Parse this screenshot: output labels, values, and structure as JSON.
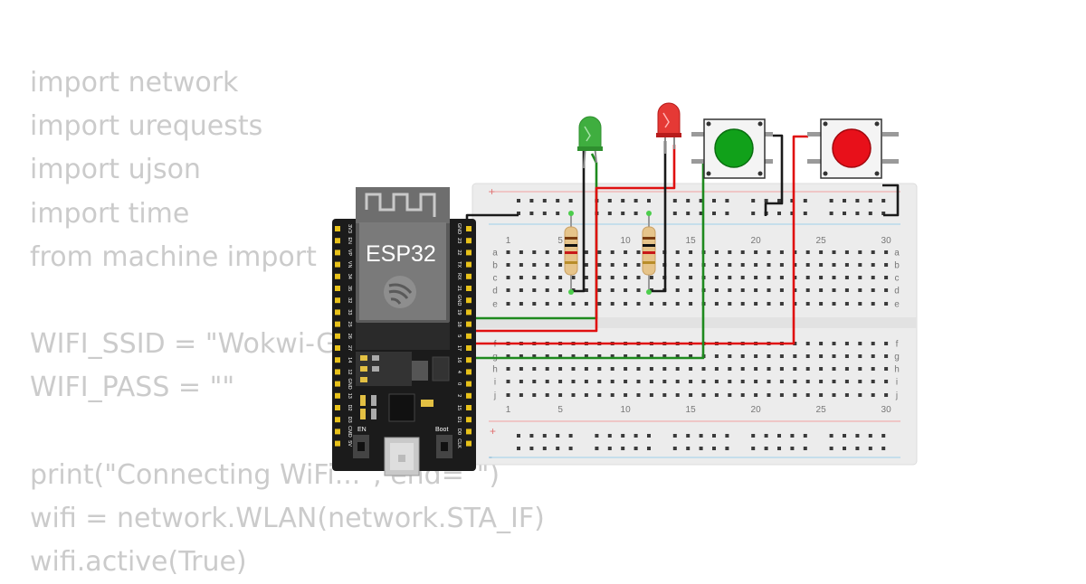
{
  "code": {
    "lines": [
      "import network",
      "import urequests",
      "import ujson",
      "import time",
      "from machine import",
      "",
      "WIFI_SSID = \"Wokwi-G",
      "WIFI_PASS = \"\"",
      "",
      "print(\"Connecting WiFi...\", end=\"\")",
      "wifi = network.WLAN(network.STA_IF)",
      "wifi.active(True)"
    ]
  },
  "esp32": {
    "label": "ESP32",
    "left_pins": [
      "3V3",
      "EN",
      "VP",
      "VN",
      "34",
      "35",
      "32",
      "33",
      "25",
      "26",
      "27",
      "14",
      "12",
      "GND",
      "13",
      "D2",
      "D3",
      "CMD",
      "5V"
    ],
    "right_pins": [
      "GND",
      "23",
      "22",
      "TX",
      "RX",
      "21",
      "GND",
      "19",
      "18",
      "5",
      "17",
      "16",
      "4",
      "0",
      "2",
      "15",
      "D1",
      "D0",
      "CLK"
    ],
    "en_label": "EN",
    "boot_label": "Boot"
  },
  "breadboard": {
    "top_numbers": [
      "1",
      "5",
      "10",
      "15",
      "20",
      "25",
      "30"
    ],
    "bottom_numbers": [
      "1",
      "5",
      "10",
      "15",
      "20",
      "25",
      "30"
    ],
    "rows_top": [
      "a",
      "b",
      "c",
      "d",
      "e"
    ],
    "rows_bottom": [
      "f",
      "g",
      "h",
      "i",
      "j"
    ],
    "rail_plus": "+",
    "rail_minus": "-"
  },
  "components": {
    "led_green_color": "#3fae3f",
    "led_red_color": "#e53935",
    "button_green_color": "#11a11a",
    "button_red_color": "#e8101a"
  },
  "colors": {
    "wire_red": "#e01010",
    "wire_green": "#1e8a1e",
    "wire_black": "#1a1a1a",
    "board": "#1b1b1b"
  }
}
